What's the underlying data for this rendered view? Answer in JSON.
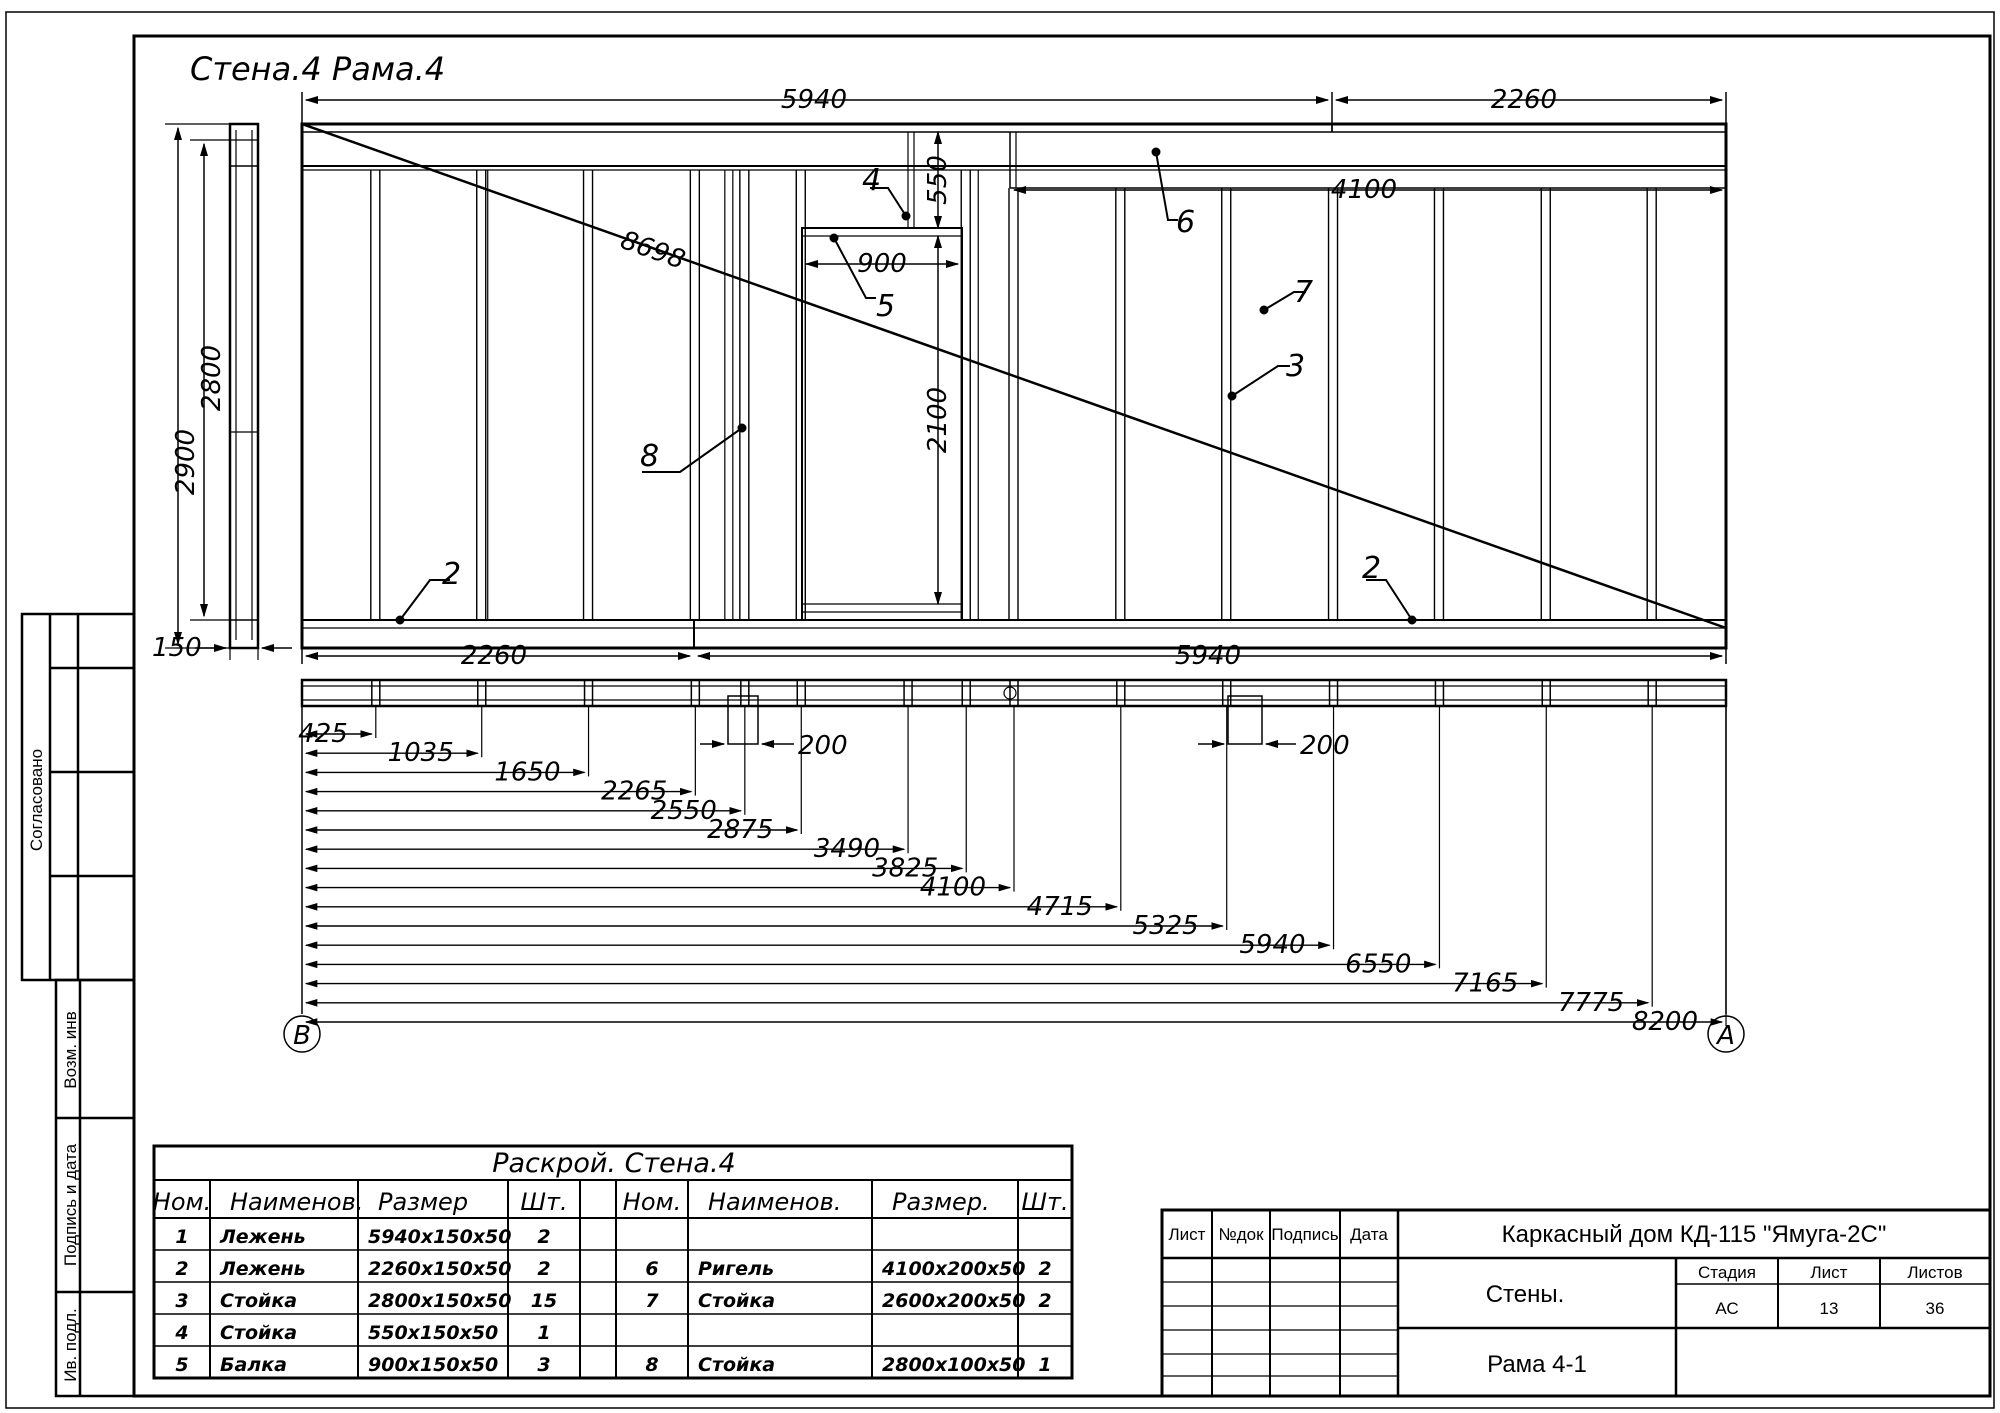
{
  "drawing_title": "Cтена.4 Рама.4",
  "dimensions": {
    "top_total_left": "5940",
    "top_total_right": "2260",
    "diagonal": "8698",
    "height_outer": "2900",
    "height_inner": "2800",
    "plate_thickness": "150",
    "lintel_height": "550",
    "opening_width": "900",
    "opening_height": "2100",
    "beam_length": "4100",
    "bottom_left": "2260",
    "bottom_right": "5940",
    "offset_left": "200",
    "offset_right": "200",
    "stud_positions": [
      "425",
      "1035",
      "1650",
      "2265",
      "2550",
      "2875",
      "3490",
      "3825",
      "4100",
      "4715",
      "5325",
      "5940",
      "6550",
      "7165",
      "7775",
      "8200"
    ]
  },
  "callouts": [
    "2",
    "2",
    "3",
    "4",
    "5",
    "6",
    "7",
    "8"
  ],
  "axes": {
    "left": "B",
    "right": "A"
  },
  "cut_table": {
    "title": "Раскрой. Стена.4",
    "headers": [
      "Ном.",
      "Наименов.",
      "Размер",
      "Шт.",
      "",
      "Ном.",
      "Наименов.",
      "Размер.",
      "Шт."
    ],
    "rows": [
      [
        "1",
        "Лежень",
        "5940х150х50",
        "2",
        "",
        "",
        "",
        "",
        ""
      ],
      [
        "2",
        "Лежень",
        "2260х150х50",
        "2",
        "",
        "6",
        "Ригель",
        "4100х200х50",
        "2"
      ],
      [
        "3",
        "Стойка",
        "2800х150х50",
        "15",
        "",
        "7",
        "Стойка",
        "2600х200х50",
        "2"
      ],
      [
        "4",
        "Стойка",
        "550х150х50",
        "1",
        "",
        "",
        "",
        "",
        ""
      ],
      [
        "5",
        "Балка",
        "900х150х50",
        "3",
        "",
        "8",
        "Стойка",
        "2800х100х50",
        "1"
      ]
    ]
  },
  "title_block": {
    "col_headers": [
      "Лист",
      "№док",
      "Подпись",
      "Дата"
    ],
    "project": "Каркасный дом КД-115 \"Ямуга-2С\"",
    "section": "Стены.",
    "sheet_name": "Рама 4-1",
    "stage_label": "Стадия",
    "sheet_label": "Лист",
    "sheets_label": "Листов",
    "stage": "АС",
    "sheet_no": "13",
    "sheets_total": "36"
  },
  "side_stamp": {
    "agreed": "Согласовано",
    "replacement": "Возм. инв",
    "sign_date": "Подпись и дата",
    "inv_no": "Ив. подл."
  }
}
